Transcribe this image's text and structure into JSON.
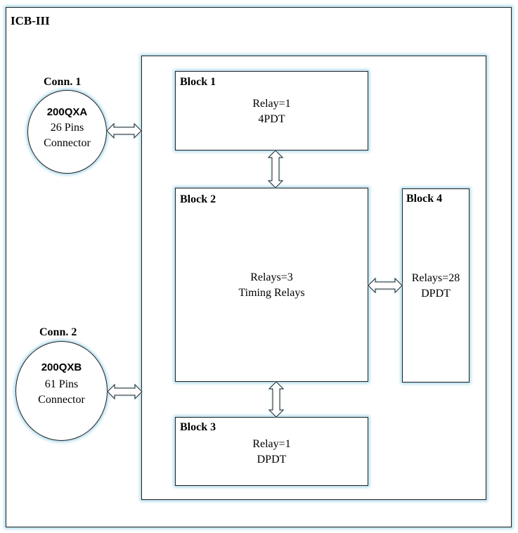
{
  "frame": {
    "title": "ICB-III"
  },
  "connectors": [
    {
      "label": "Conn. 1",
      "model": "200QXA",
      "line1": "26 Pins",
      "line2": "Connector"
    },
    {
      "label": "Conn. 2",
      "model": "200QXB",
      "line1": "61 Pins",
      "line2": "Connector"
    }
  ],
  "blocks": [
    {
      "title": "Block 1",
      "line1": "Relay=1",
      "line2": "4PDT"
    },
    {
      "title": "Block 2",
      "line1": "Relays=3",
      "line2": "Timing Relays"
    },
    {
      "title": "Block 3",
      "line1": "Relay=1",
      "line2": "DPDT"
    },
    {
      "title": "Block 4",
      "line1": "Relays=28",
      "line2": "DPDT"
    }
  ],
  "colors": {
    "glow": "#a9d8ea",
    "stroke": "#222222"
  }
}
